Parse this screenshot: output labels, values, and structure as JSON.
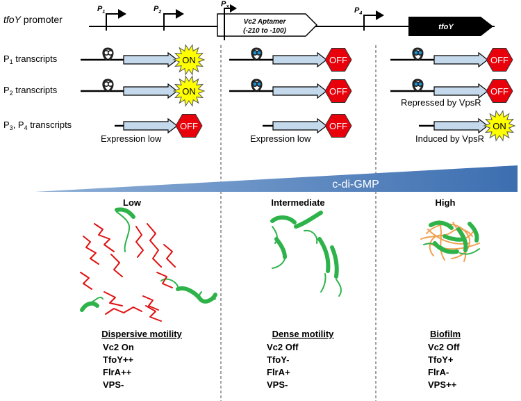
{
  "promoter": {
    "label_italic": "tfoY",
    "label_rest": " promoter",
    "p1": "P",
    "p1_sub": "1",
    "p2": "P",
    "p2_sub": "2",
    "p3": "P",
    "p3_sub": "3",
    "p4": "P",
    "p4_sub": "4",
    "aptamer_line1": "Vc2 Aptamer",
    "aptamer_line2": "(-210 to -100)",
    "gene": "tfoY"
  },
  "rows": [
    {
      "prefix": "P",
      "sub": "1",
      "suffix": " transcripts"
    },
    {
      "prefix": "P",
      "sub": "2",
      "suffix": " transcripts"
    },
    {
      "prefix": "P",
      "sub": "3",
      "middle": ", P",
      "sub2": "4",
      "suffix": " transcripts"
    }
  ],
  "states": {
    "on": "ON",
    "off": "OFF"
  },
  "captions": {
    "expression_low_1": "Expression low",
    "expression_low_2": "Expression low",
    "repressed": "Repressed by VpsR",
    "induced": "Induced by VpsR"
  },
  "gradient_label": "c-di-GMP",
  "levels": {
    "low": "Low",
    "intermediate": "Intermediate",
    "high": "High"
  },
  "phenotypes": [
    {
      "title": "Dispersive motility",
      "lines": [
        "Vc2 On",
        "TfoY++",
        "FlrA++",
        "VPS-"
      ]
    },
    {
      "title": "Dense motility",
      "lines": [
        "Vc2 Off",
        "TfoY-",
        "FlrA+",
        "VPS-"
      ]
    },
    {
      "title": "Biofilm",
      "lines": [
        "Vc2 Off",
        "TfoY+",
        "FlrA-",
        "VPS++"
      ]
    }
  ],
  "colors": {
    "gradient": "#4a7ab8",
    "off": "#e8000a",
    "on": "#ffff00",
    "arrow_fill": "#c5d9ec",
    "cell": "#2db34a",
    "flagella_red": "#e01010",
    "vps_orange": "#f0a050",
    "aptamer_blue": "#1f8fd0"
  }
}
